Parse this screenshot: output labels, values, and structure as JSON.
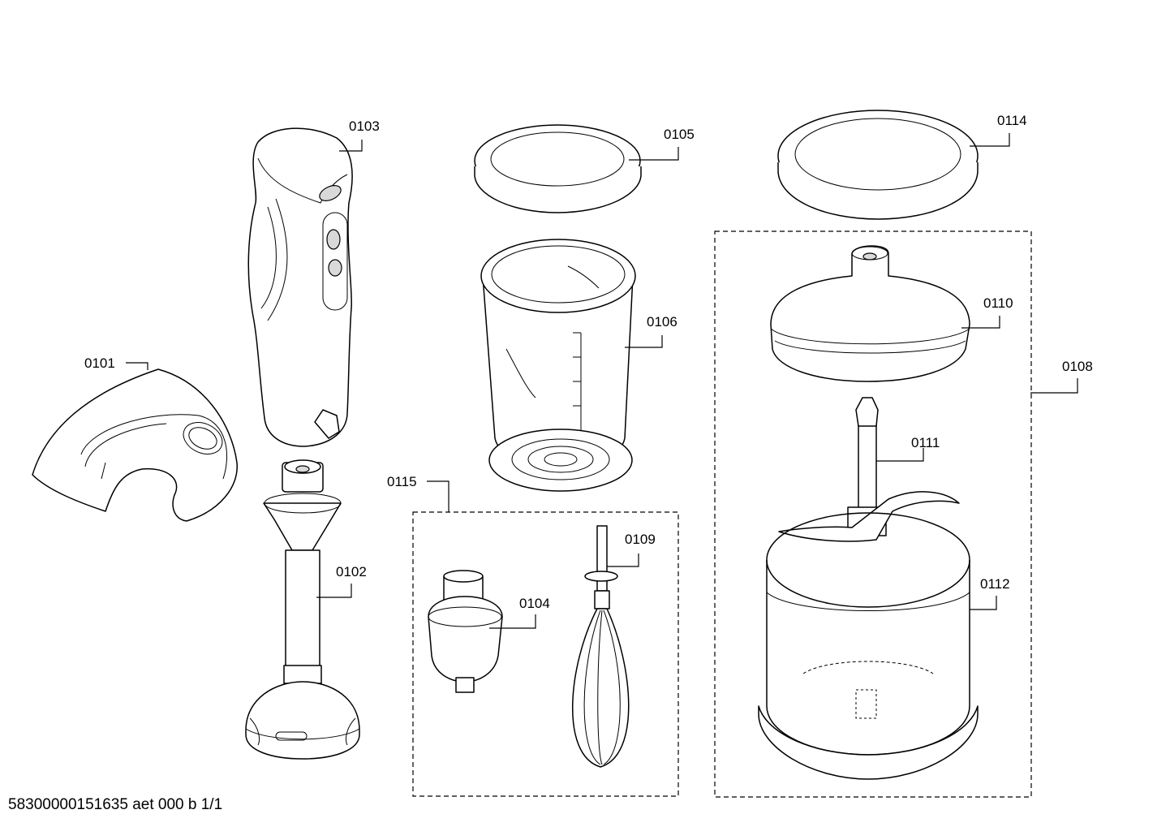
{
  "parts": [
    {
      "key": "p0101",
      "label": "0101"
    },
    {
      "key": "p0102",
      "label": "0102"
    },
    {
      "key": "p0103",
      "label": "0103"
    },
    {
      "key": "p0104",
      "label": "0104"
    },
    {
      "key": "p0105",
      "label": "0105"
    },
    {
      "key": "p0106",
      "label": "0106"
    },
    {
      "key": "p0108",
      "label": "0108"
    },
    {
      "key": "p0109",
      "label": "0109"
    },
    {
      "key": "p0110",
      "label": "0110"
    },
    {
      "key": "p0111",
      "label": "0111"
    },
    {
      "key": "p0112",
      "label": "0112"
    },
    {
      "key": "p0114",
      "label": "0114"
    },
    {
      "key": "p0115",
      "label": "0115"
    }
  ],
  "footer": "58300000151635 aet 000 b 1/1"
}
